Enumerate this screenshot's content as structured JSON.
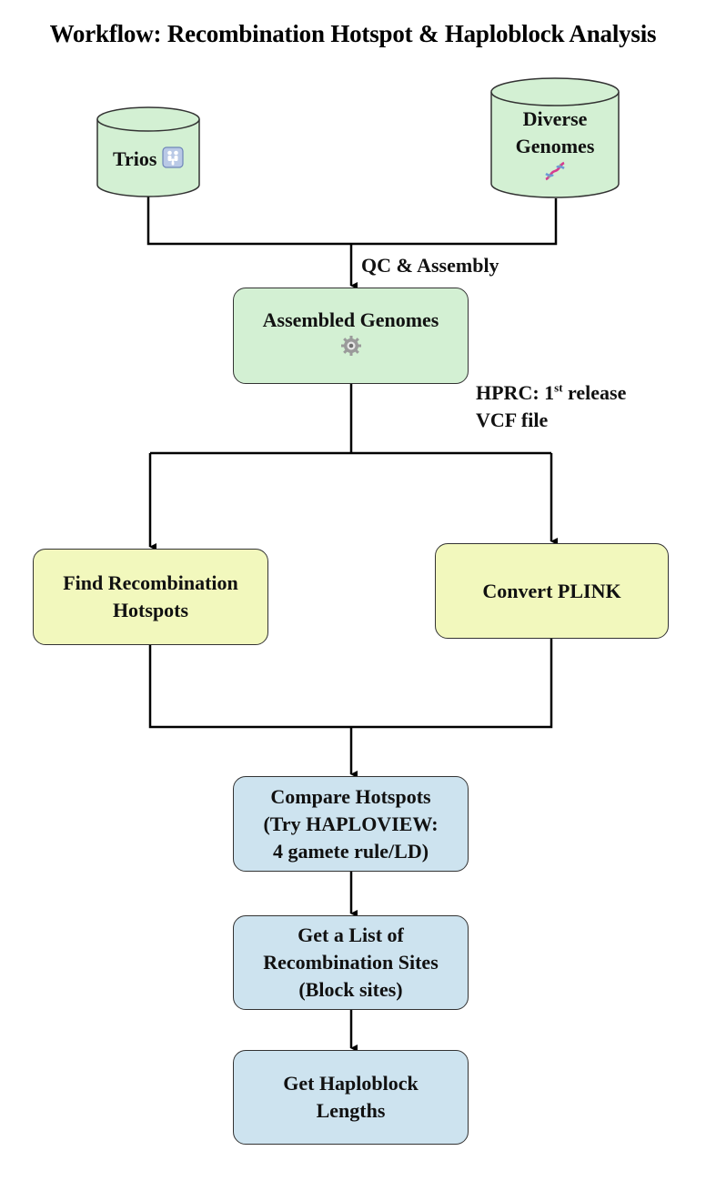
{
  "title": "Workflow: Recombination Hotspot & Haploblock Analysis",
  "sources": {
    "trios": {
      "label": "Trios",
      "icon": "family-icon"
    },
    "diverse": {
      "label_line1": "Diverse",
      "label_line2": "Genomes",
      "icon": "dna-icon"
    }
  },
  "edges": {
    "qc_label": "QC & Assembly",
    "hprc_prefix": "HPRC: 1",
    "hprc_sup": "st",
    "hprc_suffix": " release",
    "hprc_line2": "VCF file"
  },
  "nodes": {
    "assembled": {
      "label": "Assembled Genomes",
      "icon": "gear-icon"
    },
    "find_hotspots": {
      "line1": "Find Recombination",
      "line2": "Hotspots"
    },
    "convert_plink": {
      "label": "Convert PLINK"
    },
    "compare": {
      "line1": "Compare Hotspots",
      "line2": "(Try HAPLOVIEW:",
      "line3": "4 gamete rule/LD)"
    },
    "get_list": {
      "line1": "Get a List of",
      "line2": "Recombination Sites",
      "line3": "(Block sites)"
    },
    "haploblock": {
      "line1": "Get Haploblock",
      "line2": "Lengths"
    }
  },
  "colors": {
    "green": "#d3f0d3",
    "yellow": "#f2f8bd",
    "blue": "#cde3ef",
    "stroke": "#000000"
  }
}
